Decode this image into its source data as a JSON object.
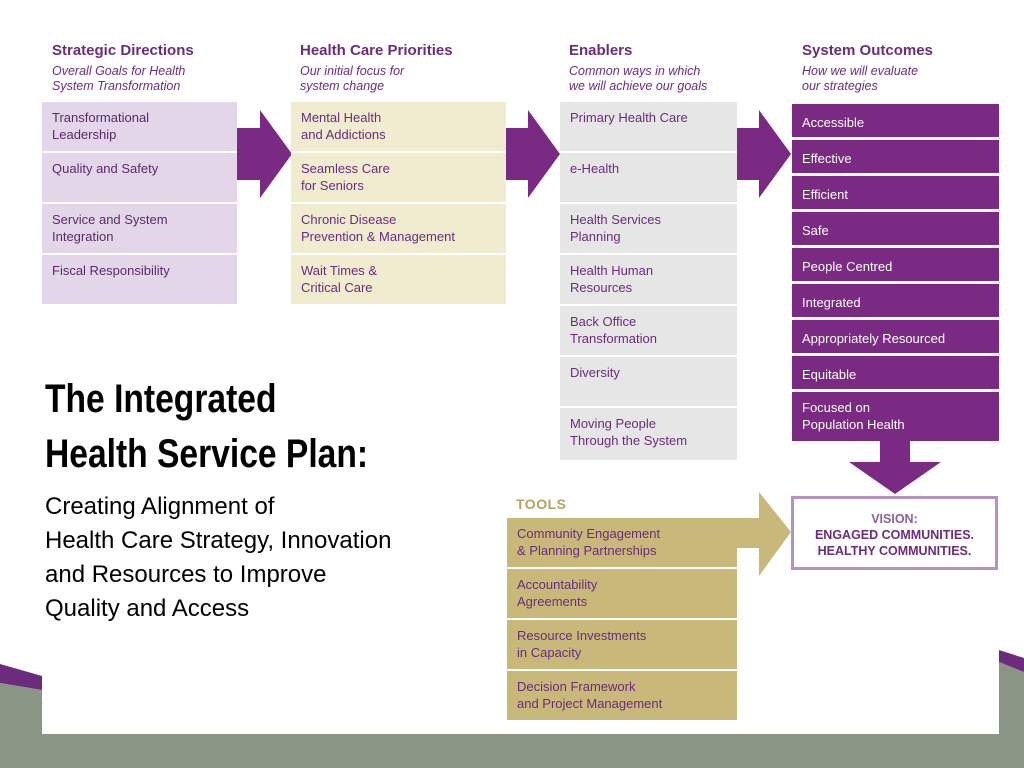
{
  "colors": {
    "accent_purple": "#7b2a83",
    "direction_fill": "#e2d6e8",
    "priority_fill": "#f1ebd0",
    "enabler_fill": "#e6e6e6",
    "tool_fill": "#c8b97a",
    "arrow_purple": "#7b2a83",
    "arrow_tan": "#c8b97a",
    "footer_gray": "#8a9585"
  },
  "columns": {
    "strategic_directions": {
      "title": "Strategic Directions",
      "subtitle": "Overall Goals for Health\nSystem Transformation",
      "items": [
        "Transformational\nLeadership",
        "Quality and Safety",
        "Service and System\nIntegration",
        "Fiscal Responsibility"
      ]
    },
    "health_care_priorities": {
      "title": "Health Care Priorities",
      "subtitle": "Our initial focus for\nsystem change",
      "items": [
        "Mental Health\nand Addictions",
        "Seamless Care\nfor Seniors",
        "Chronic Disease\nPrevention & Management",
        "Wait Times &\nCritical Care"
      ]
    },
    "enablers": {
      "title": "Enablers",
      "subtitle": "Common ways in which\nwe will achieve our goals",
      "items": [
        "Primary Health Care",
        "e-Health",
        "Health Services\nPlanning",
        "Health Human\nResources",
        "Back Office\nTransformation",
        "Diversity",
        "Moving People\nThrough the System"
      ]
    },
    "system_outcomes": {
      "title": "System Outcomes",
      "subtitle": "How we will evaluate\nour strategies",
      "items": [
        "Accessible",
        "Effective",
        "Efficient",
        "Safe",
        "People Centred",
        "Integrated",
        "Appropriately Resourced",
        "Equitable",
        "Focused on\nPopulation Health"
      ]
    }
  },
  "tools": {
    "title": "TOOLS",
    "items": [
      "Community Engagement\n& Planning Partnerships",
      "Accountability\nAgreements",
      "Resource Investments\nin Capacity",
      "Decision Framework\nand Project Management"
    ]
  },
  "vision": {
    "label": "VISION:",
    "line1": "ENGAGED COMMUNITIES.",
    "line2": "HEALTHY COMMUNITIES."
  },
  "main": {
    "title": "The Integrated\nHealth Service Plan:",
    "subtitle": "Creating Alignment of\nHealth Care Strategy, Innovation\nand Resources to Improve\nQuality and Access"
  }
}
